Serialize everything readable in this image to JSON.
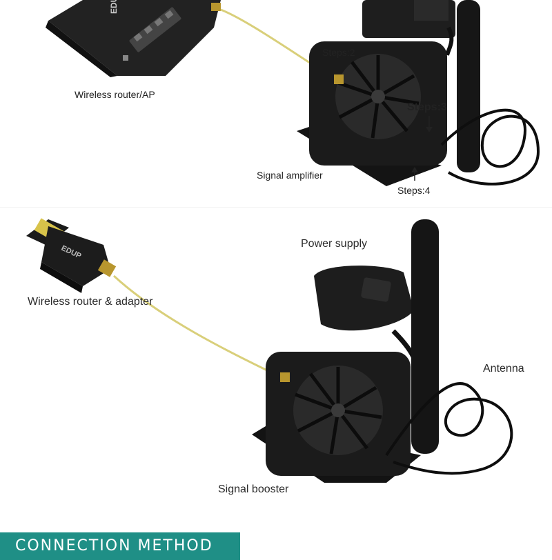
{
  "top_diagram": {
    "router_brand": "EDUP",
    "router_label": "Wireless router/AP",
    "amplifier_label": "Signal amplifier",
    "step2": "Steps:2",
    "step3": "Steps:3",
    "step4": "Steps:4"
  },
  "bottom_diagram": {
    "adapter_brand": "EDUP",
    "adapter_label": "Wireless router & adapter",
    "power_label": "Power supply",
    "antenna_label": "Antenna",
    "booster_label": "Signal booster"
  },
  "banner": {
    "title": "CONNECTION METHOD"
  },
  "colors": {
    "teal": "#1f8f86",
    "device_black": "#1b1b1b",
    "cable_yellow": "#d9cf7a"
  }
}
